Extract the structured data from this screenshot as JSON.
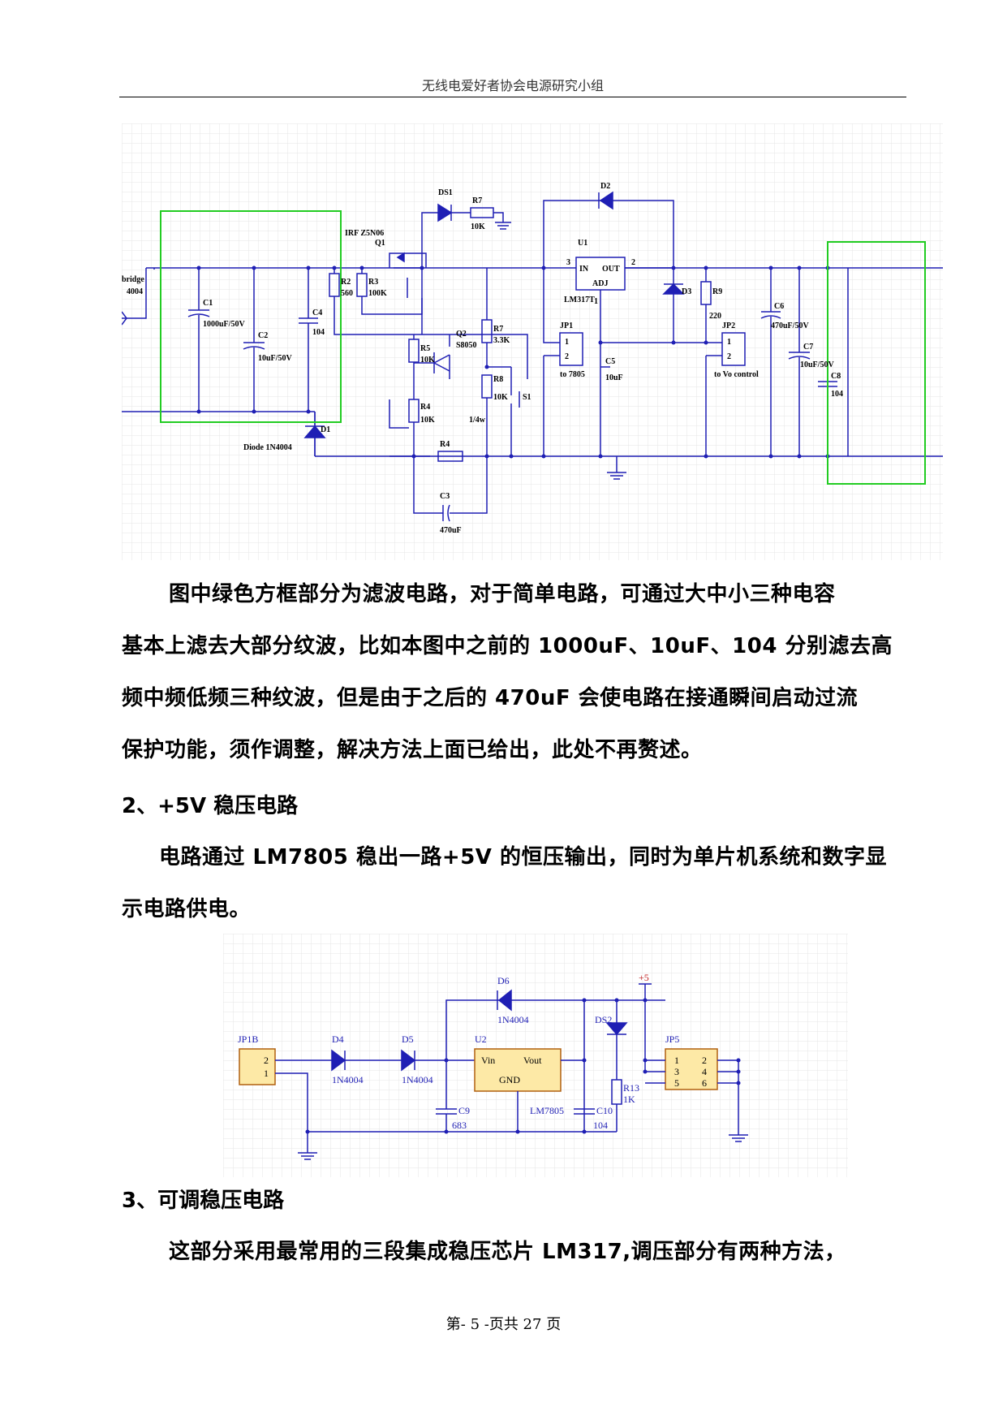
{
  "header": {
    "title": "无线电爱好者协会电源研究小组"
  },
  "schematic1": {
    "labels": {
      "ds1": "DS1",
      "r7_top": "R7",
      "r7_val": "10K",
      "d2": "D2",
      "mosfet_part": "IRF Z5N06",
      "q1": "Q1",
      "u1": "U1",
      "u1_in": "IN",
      "u1_out": "OUT",
      "u1_adj": "ADJ",
      "u1_part": "LM317T",
      "pin3": "3",
      "pin2": "2",
      "pin1": "1",
      "bridge": "bridge",
      "bridge2": "4004",
      "c1": "C1",
      "c1_val": "1000uF/50V",
      "c2": "C2",
      "c2_val": "10uF/50V",
      "c4": "C4",
      "c4_val": "104",
      "r2": "R2",
      "r2_val": "560",
      "r3": "R3",
      "r3_val": "100K",
      "q2": "Q2",
      "q2_part": "S8050",
      "r5": "R5",
      "r5_val": "10K",
      "r6": "R7",
      "r6_val": "3.3K",
      "rv8": "R8",
      "rv8_val": "10K",
      "rv4": "R4",
      "rv4_val": "10K",
      "s1": "S1",
      "rx": "R4",
      "rx_val": "1/4w",
      "c3": "C3",
      "c3_val": "470uF",
      "d1": "D1",
      "diode_part": "Diode 1N4004",
      "jp1": "JP1",
      "jp1_1": "1",
      "jp1_2": "2",
      "jp1_to": "to 7805",
      "c5": "C5",
      "c5_val": "10uF",
      "d3": "D3",
      "r9": "R9",
      "r9_val": "220",
      "jp2": "JP2",
      "jp2_1": "1",
      "jp2_2": "2",
      "jp2_to": "to Vo control",
      "c6": "C6",
      "c6_val": "470uF/50V",
      "c7": "C7",
      "c7_val": "10uF/50V",
      "c8": "C8",
      "c8_val": "104"
    }
  },
  "paragraph1": {
    "lines": [
      "图中绿色方框部分为滤波电路，对于简单电路，可通过大中小三种电容",
      "基本上滤去大部分纹波，比如本图中之前的 1000uF、10uF、104 分别滤去高",
      "频中频低频三种纹波，但是由于之后的 470uF 会使电路在接通瞬间启动过流",
      "保护功能，须作调整，解决方法上面已给出，此处不再赘述。"
    ]
  },
  "section2": {
    "heading": "2、+5V 稳压电路",
    "lines": [
      "电路通过 LM7805 稳出一路+5V 的恒压输出，同时为单片机系统和数字显",
      "示电路供电。"
    ]
  },
  "schematic2": {
    "labels": {
      "d6": "D6",
      "d6_val": "1N4004",
      "plus5": "+5",
      "jp1b": "JP1B",
      "jp1b_2": "2",
      "jp1b_1": "1",
      "d4": "D4",
      "d4_val": "1N4004",
      "d5": "D5",
      "d5_val": "1N4004",
      "u2": "U2",
      "vin": "Vin",
      "vout": "Vout",
      "gnd": "GND",
      "u2_part": "LM7805",
      "ds2": "DS2",
      "jp5": "JP5",
      "p1": "1",
      "p2": "2",
      "p3": "3",
      "p4": "4",
      "p5": "5",
      "p6": "6",
      "r13": "R13",
      "r13_val": "1K",
      "c9": "C9",
      "c9_val": "683",
      "c10": "C10",
      "c10_val": "104"
    }
  },
  "section3": {
    "heading": "3、可调稳压电路",
    "lines": [
      "这部分采用最常用的三段集成稳压芯片 LM317,调压部分有两种方法，"
    ]
  },
  "footer": {
    "text": "第- 5 -页共 27 页"
  },
  "colors": {
    "wire": "#1f1fb4",
    "component": "#1f1fb4",
    "highlight": "#22cc22",
    "grid": "#e6e6e6",
    "ref": "#e09030"
  }
}
